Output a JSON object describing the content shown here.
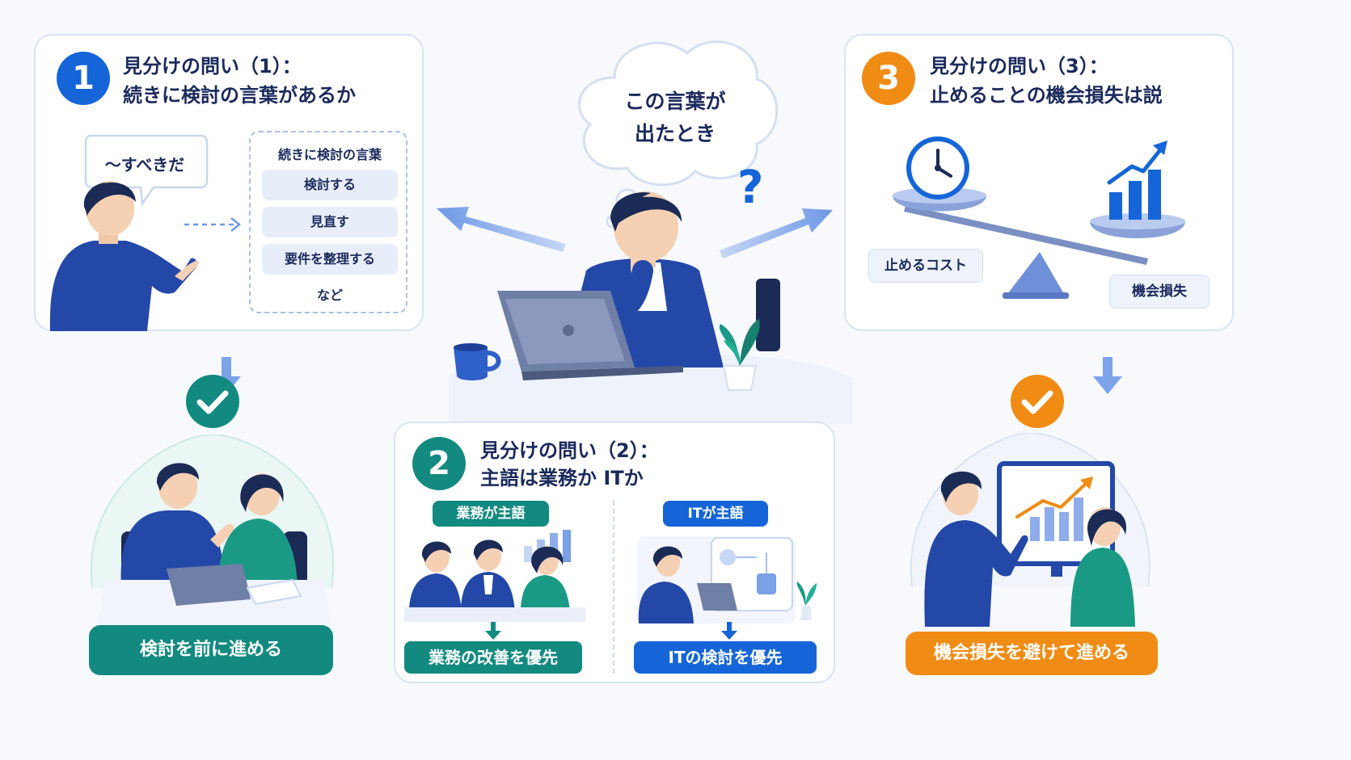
{
  "center": {
    "thought_line1": "この言葉が",
    "thought_line2": "出たとき",
    "question_mark": "?"
  },
  "q1": {
    "number": "1",
    "title_line1": "見分けの問い（1）：",
    "title_line2": "続きに検討の言葉があるか",
    "speech": "〜すべきだ",
    "list_header": "続きに検討の言葉",
    "list_items": [
      "検討する",
      "見直す",
      "要件を整理する"
    ],
    "list_more": "など",
    "result": "検討を前に進める",
    "color": "#1565d8"
  },
  "q2": {
    "number": "2",
    "title_line1": "見分けの問い（2）：",
    "title_line2": "主語は業務か ITか",
    "left_label": "業務が主語",
    "right_label": "ITが主語",
    "left_result": "業務の改善を優先",
    "right_result": "ITの検討を優先",
    "color": "#138a80"
  },
  "q3": {
    "number": "3",
    "title_line1": "見分けの問い（3）：",
    "title_line2": "止めることの機会損失は説",
    "left_tag": "止めるコスト",
    "right_tag": "機会損失",
    "result": "機会損失を避けて進める",
    "color": "#f08c14"
  }
}
